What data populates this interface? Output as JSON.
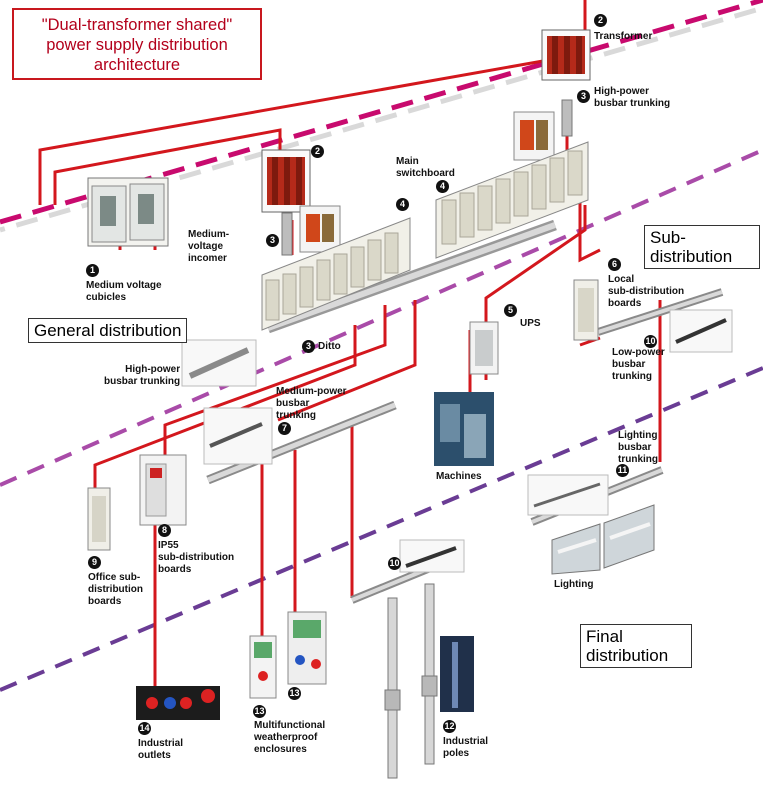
{
  "title": {
    "lines": [
      "\"Dual-transformer shared\"",
      "power supply distribution",
      "architecture"
    ]
  },
  "zones": {
    "general": "General distribution",
    "sub": [
      "Sub-",
      "distribution"
    ],
    "final": [
      "Final",
      "distribution"
    ]
  },
  "markers": [
    {
      "id": "m1",
      "n": "1"
    },
    {
      "id": "m2a",
      "n": "2"
    },
    {
      "id": "m2b",
      "n": "2"
    },
    {
      "id": "m3a",
      "n": "3"
    },
    {
      "id": "m3b",
      "n": "3"
    },
    {
      "id": "m3c",
      "n": "3"
    },
    {
      "id": "m4a",
      "n": "4"
    },
    {
      "id": "m4b",
      "n": "4"
    },
    {
      "id": "m5",
      "n": "5"
    },
    {
      "id": "m6",
      "n": "6"
    },
    {
      "id": "m7",
      "n": "7"
    },
    {
      "id": "m8",
      "n": "8"
    },
    {
      "id": "m9",
      "n": "9"
    },
    {
      "id": "m10a",
      "n": "10"
    },
    {
      "id": "m10b",
      "n": "10"
    },
    {
      "id": "m11",
      "n": "11"
    },
    {
      "id": "m12",
      "n": "12"
    },
    {
      "id": "m13a",
      "n": "13"
    },
    {
      "id": "m13b",
      "n": "13"
    },
    {
      "id": "m14",
      "n": "14"
    }
  ],
  "labels": {
    "transformer": [
      "Transformer"
    ],
    "hp_busbar_top": [
      "High-power",
      "busbar trunking"
    ],
    "main_switchboard": [
      "Main",
      "switchboard"
    ],
    "mv_incomer": [
      "Medium-",
      "voltage",
      "incomer"
    ],
    "mv_cubicles": [
      "Medium voltage",
      "cubicles"
    ],
    "ditto": [
      "Ditto"
    ],
    "ups": [
      "UPS"
    ],
    "local_sub": [
      "Local",
      "sub-distribution",
      "boards"
    ],
    "low_power_busbar": [
      "Low-power",
      "busbar",
      "trunking"
    ],
    "hp_busbar_left": [
      "High-power",
      "busbar trunking"
    ],
    "mp_busbar": [
      "Medium-power",
      "busbar",
      "trunking"
    ],
    "machines": [
      "Machines"
    ],
    "lighting_busbar": [
      "Lighting",
      "busbar",
      "trunking"
    ],
    "lighting": [
      "Lighting"
    ],
    "ip55": [
      "IP55",
      "sub-distribution",
      "boards"
    ],
    "office_sub": [
      "Office sub-",
      "distribution",
      "boards"
    ],
    "industrial_outlets": [
      "Industrial",
      "outlets"
    ],
    "weatherproof": [
      "Multifunctional",
      "weatherproof",
      "enclosures"
    ],
    "industrial_poles": [
      "Industrial",
      "poles"
    ]
  }
}
